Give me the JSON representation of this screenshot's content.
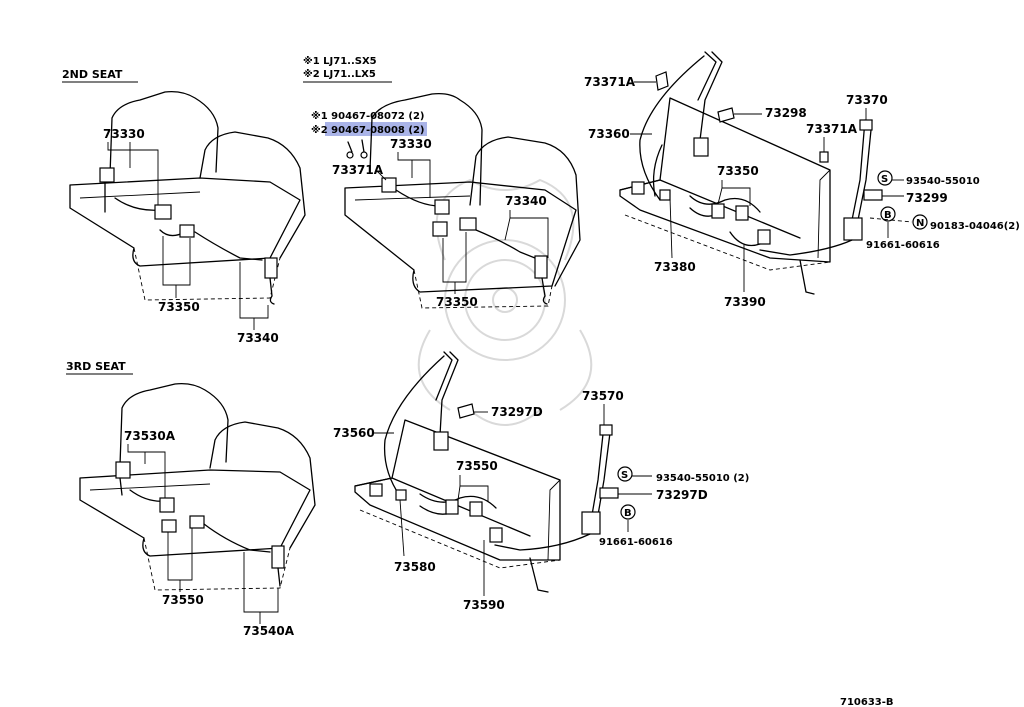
{
  "sections": {
    "second_seat": "2ND SEAT",
    "third_seat": "3RD SEAT"
  },
  "notes": {
    "note1": "※1 LJ71..SX5",
    "note2": "※2 LJ71..LX5",
    "ref1": "※1 90467-08072 (2)",
    "ref2": "※2 90467-08008 (2)"
  },
  "labels": {
    "p73330a": "73330",
    "p73350a": "73350",
    "p73340a": "73340",
    "p73330b": "73330",
    "p73371a_mid": "73371A",
    "p73340b": "73340",
    "p73350b": "73350",
    "p73371a_top": "73371A",
    "p73298": "73298",
    "p73370": "73370",
    "p73360": "73360",
    "p73371a_right": "73371A",
    "p73350c": "73350",
    "p93540a": "93540-55010",
    "p73299": "73299",
    "p90183": "90183-04046(2)",
    "p91661a": "91661-60616",
    "p73380": "73380",
    "p73390": "73390",
    "p73530a": "73530A",
    "p73550a": "73550",
    "p73540a": "73540A",
    "p73297d_top": "73297D",
    "p73570": "73570",
    "p73560": "73560",
    "p73550b": "73550",
    "p93540b": "93540-55010 (2)",
    "p73297d_mid": "73297D",
    "p91661b": "91661-60616",
    "p73580": "73580",
    "p73590": "73590"
  },
  "markers": {
    "s1": "S",
    "b1": "B",
    "n1": "N",
    "s2": "S",
    "b2": "B"
  },
  "footer": {
    "code": "710633-B"
  },
  "colors": {
    "line": "#000000",
    "highlight": "#aab4e8",
    "watermark": "#d9d9d9"
  }
}
